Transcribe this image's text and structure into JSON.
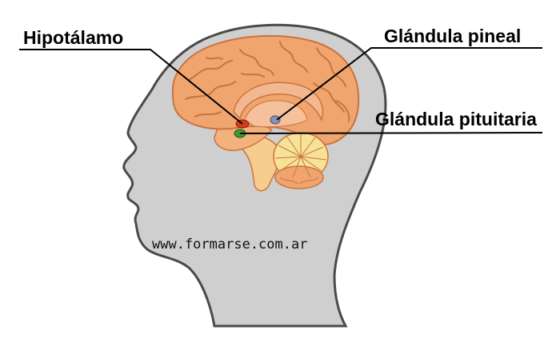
{
  "labels": {
    "hypothalamus": "Hipotálamo",
    "pineal_gland": "Glándula pineal",
    "pituitary_gland": "Glándula pituitaria"
  },
  "watermark": "www.formarse.com.ar",
  "colors": {
    "head": "#cfcfcf",
    "head_outline": "#4a4a4a",
    "cerebrum": "#f0a56e",
    "cerebrum_dark": "#c8743e",
    "brainstem": "#f7cd8e",
    "cerebellum": "#f6e397",
    "hypothalamus": "#d63a1e",
    "pineal": "#8a92b8",
    "pituitary": "#3d9a34"
  }
}
